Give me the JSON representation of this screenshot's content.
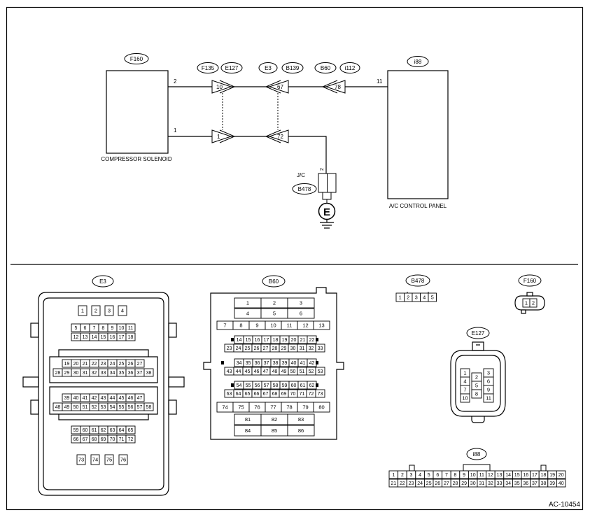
{
  "figure_id": "AC-10454",
  "wiring": {
    "compressor_connector": "F160",
    "compressor_label": "COMPRESSOR SOLENOID",
    "compressor_pin_upper": "2",
    "compressor_pin_lower": "1",
    "junction1_tags": [
      "F135",
      "E127"
    ],
    "junction1_pins": [
      "10",
      "1"
    ],
    "junction2_tags": [
      "E3",
      "B139"
    ],
    "junction2_pins": [
      "67",
      "72"
    ],
    "junction3_tags": [
      "B60",
      "i112"
    ],
    "junction3_pin": "78",
    "panel_connector": "i88",
    "panel_label": "A/C CONTROL PANEL",
    "panel_pin": "11",
    "jc_label": "J/C",
    "jc_connector": "B478",
    "jc_pin": "2",
    "ground_symbol": "E"
  },
  "connectors": {
    "e3": {
      "title": "E3",
      "row1": [
        "1",
        "2",
        "3",
        "4"
      ],
      "row2a": [
        "5",
        "6",
        "7",
        "8",
        "9",
        "10",
        "11"
      ],
      "row2b": [
        "12",
        "13",
        "14",
        "15",
        "16",
        "17",
        "18"
      ],
      "row3a": [
        "19",
        "20",
        "21",
        "22",
        "23",
        "24",
        "25",
        "26",
        "27"
      ],
      "row3b": [
        "28",
        "29",
        "30",
        "31",
        "32",
        "33",
        "34",
        "35",
        "36",
        "37",
        "38"
      ],
      "row4a": [
        "39",
        "40",
        "41",
        "42",
        "43",
        "44",
        "45",
        "46",
        "47"
      ],
      "row4b": [
        "48",
        "49",
        "50",
        "51",
        "52",
        "53",
        "54",
        "55",
        "56",
        "57",
        "58"
      ],
      "row5a": [
        "59",
        "60",
        "61",
        "62",
        "63",
        "64",
        "65"
      ],
      "row5b": [
        "66",
        "67",
        "68",
        "69",
        "70",
        "71",
        "72"
      ],
      "row6": [
        "73",
        "74",
        "75",
        "76"
      ]
    },
    "b60": {
      "title": "B60",
      "rA": [
        "1",
        "2",
        "3"
      ],
      "rB": [
        "4",
        "5",
        "6"
      ],
      "rC": [
        "7",
        "8",
        "9",
        "10",
        "11",
        "12",
        "13"
      ],
      "rDa": [
        "14",
        "15",
        "16",
        "17",
        "18",
        "19",
        "20",
        "21",
        "22"
      ],
      "rDb": [
        "23",
        "24",
        "25",
        "26",
        "27",
        "28",
        "29",
        "30",
        "31",
        "32",
        "33"
      ],
      "rEa": [
        "34",
        "35",
        "36",
        "37",
        "38",
        "39",
        "40",
        "41",
        "42"
      ],
      "rEb": [
        "43",
        "44",
        "45",
        "46",
        "47",
        "48",
        "49",
        "50",
        "51",
        "52",
        "53"
      ],
      "rFa": [
        "54",
        "55",
        "56",
        "57",
        "58",
        "59",
        "60",
        "61",
        "62"
      ],
      "rFb": [
        "63",
        "64",
        "65",
        "66",
        "67",
        "68",
        "69",
        "70",
        "71",
        "72",
        "73"
      ],
      "rG": [
        "74",
        "75",
        "76",
        "77",
        "78",
        "79",
        "80"
      ],
      "rH": [
        "81",
        "82",
        "83"
      ],
      "rI": [
        "84",
        "85",
        "86"
      ]
    },
    "b478": {
      "title": "B478",
      "pins": [
        "1",
        "2",
        "3",
        "4",
        "5"
      ]
    },
    "f160": {
      "title": "F160",
      "pins": [
        "1",
        "2"
      ]
    },
    "e127": {
      "title": "E127",
      "left": [
        "1",
        "4",
        "7",
        "10"
      ],
      "mid": [
        "2",
        "5",
        "8"
      ],
      "right": [
        "3",
        "6",
        "9",
        "11"
      ]
    },
    "i88": {
      "title": "i88",
      "top": [
        "1",
        "2",
        "3",
        "4",
        "5",
        "6",
        "7",
        "8",
        "9",
        "10",
        "11",
        "12",
        "13",
        "14",
        "15",
        "16",
        "17",
        "18",
        "19",
        "20"
      ],
      "bottom": [
        "21",
        "22",
        "23",
        "24",
        "25",
        "26",
        "27",
        "28",
        "29",
        "30",
        "31",
        "32",
        "33",
        "34",
        "35",
        "36",
        "37",
        "38",
        "39",
        "40"
      ]
    }
  }
}
